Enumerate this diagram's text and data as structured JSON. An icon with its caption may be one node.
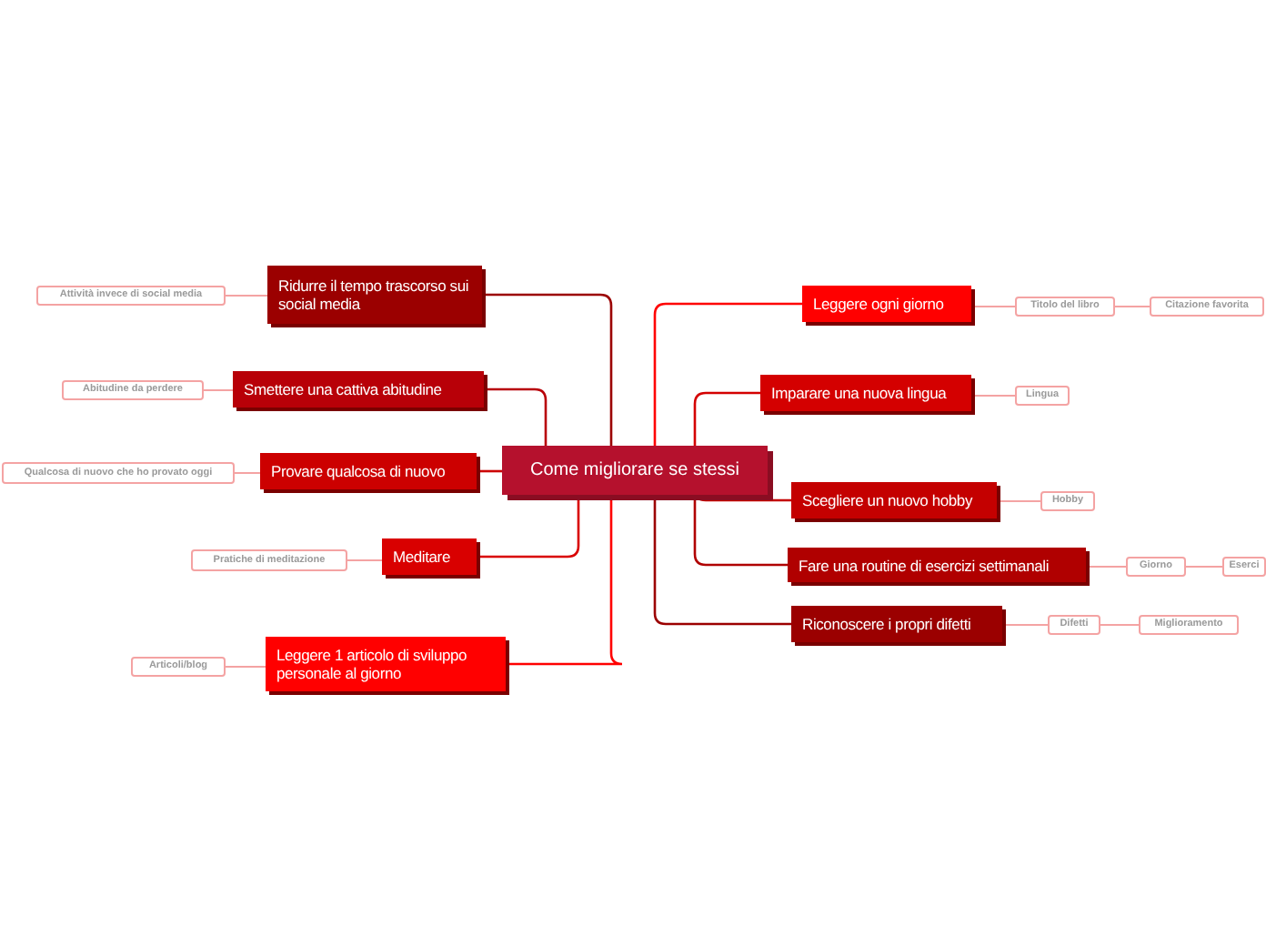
{
  "diagram": {
    "nodes": [
      {
        "text": [
          "Come migliorare se stessi"
        ]
      },
      {
        "text": [
          "Ridurre il tempo trascorso sui social media"
        ]
      },
      {
        "text": [
          "Attività invece di social media"
        ]
      },
      {
        "text": [
          "Smettere una cattiva abitudine"
        ]
      },
      {
        "text": [
          "Abitudine da perdere"
        ]
      },
      {
        "text": [
          "Provare qualcosa di nuovo"
        ]
      },
      {
        "text": [
          "Qualcosa di nuovo che ho provato oggi"
        ]
      },
      {
        "text": [
          "Meditare"
        ]
      },
      {
        "text": [
          "Pratiche di meditazione"
        ]
      },
      {
        "text": [
          "Leggere 1 articolo di sviluppo personale al giorno"
        ]
      },
      {
        "text": [
          "Articoli/blog"
        ]
      },
      {
        "text": [
          "Leggere ogni giorno"
        ]
      },
      {
        "text": [
          "Titolo del libro"
        ]
      },
      {
        "text": [
          "Citazione favorita"
        ]
      },
      {
        "text": [
          "Imparare una nuova lingua"
        ]
      },
      {
        "text": [
          "Lingua"
        ]
      },
      {
        "text": [
          "Scegliere un nuovo hobby"
        ]
      },
      {
        "text": [
          "Hobby"
        ]
      },
      {
        "text": [
          "Fare una routine di esercizi settimanali"
        ]
      },
      {
        "text": [
          "Giorno"
        ]
      },
      {
        "text": [
          "Eserci"
        ]
      },
      {
        "text": [
          "Riconoscere i propri difetti"
        ]
      },
      {
        "text": [
          "Difetti"
        ]
      },
      {
        "text": [
          "Miglioramento"
        ]
      }
    ],
    "edges": [
      {
        "from": 0,
        "to": 1,
        "arrow": "none",
        "color": "#9b0000"
      },
      {
        "from": 0,
        "to": 3,
        "arrow": "none",
        "color": "#b80008"
      },
      {
        "from": 0,
        "to": 5,
        "arrow": "none",
        "color": "#cc0000"
      },
      {
        "from": 0,
        "to": 7,
        "arrow": "none",
        "color": "#d90000"
      },
      {
        "from": 0,
        "to": 9,
        "arrow": "none",
        "color": "#ff0000"
      },
      {
        "from": 0,
        "to": 11,
        "arrow": "none",
        "color": "#ff0000"
      },
      {
        "from": 0,
        "to": 14,
        "arrow": "none",
        "color": "#d40000"
      },
      {
        "from": 0,
        "to": 16,
        "arrow": "none",
        "color": "#c40000"
      },
      {
        "from": 0,
        "to": 18,
        "arrow": "none",
        "color": "#b00000"
      },
      {
        "from": 0,
        "to": 21,
        "arrow": "none",
        "color": "#9b0000"
      },
      {
        "from": 1,
        "to": 2,
        "arrow": "none"
      },
      {
        "from": 3,
        "to": 4,
        "arrow": "none"
      },
      {
        "from": 5,
        "to": 6,
        "arrow": "none"
      },
      {
        "from": 7,
        "to": 8,
        "arrow": "none"
      },
      {
        "from": 9,
        "to": 10,
        "arrow": "none"
      },
      {
        "from": 11,
        "to": 12,
        "arrow": "none"
      },
      {
        "from": 12,
        "to": 13,
        "arrow": "none"
      },
      {
        "from": 14,
        "to": 15,
        "arrow": "none"
      },
      {
        "from": 16,
        "to": 17,
        "arrow": "none"
      },
      {
        "from": 18,
        "to": 19,
        "arrow": "none"
      },
      {
        "from": 19,
        "to": 20,
        "arrow": "none"
      },
      {
        "from": 21,
        "to": 22,
        "arrow": "none"
      },
      {
        "from": 22,
        "to": 23,
        "arrow": "none"
      }
    ]
  }
}
